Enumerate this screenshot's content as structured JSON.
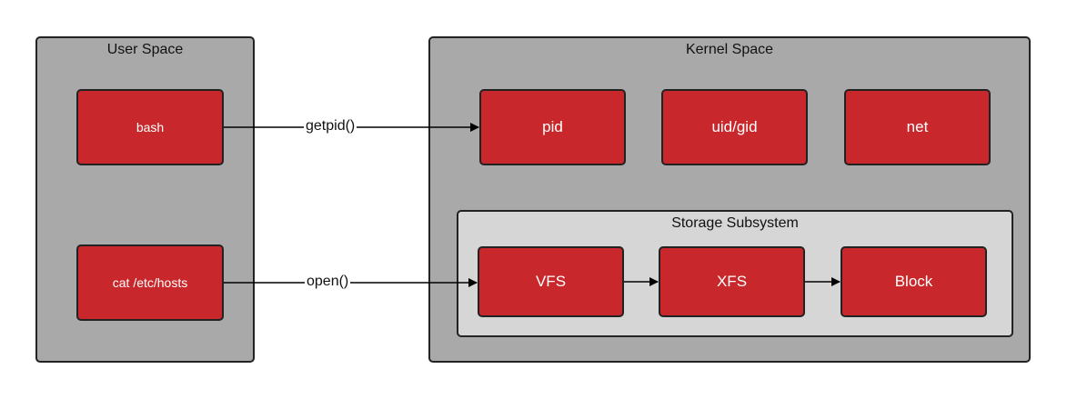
{
  "user_space": {
    "title": "User Space",
    "nodes": {
      "bash": "bash",
      "cat": "cat /etc/hosts"
    }
  },
  "kernel_space": {
    "title": "Kernel Space",
    "nodes": {
      "pid": "pid",
      "uidgid": "uid/gid",
      "net": "net"
    },
    "storage": {
      "title": "Storage Subsystem",
      "nodes": {
        "vfs": "VFS",
        "xfs": "XFS",
        "block": "Block"
      }
    }
  },
  "edges": {
    "getpid": "getpid()",
    "open": "open()"
  },
  "colors": {
    "panel": "#a9a9a9",
    "subpanel": "#d6d6d6",
    "node": "#c8282b",
    "border": "#222222"
  }
}
